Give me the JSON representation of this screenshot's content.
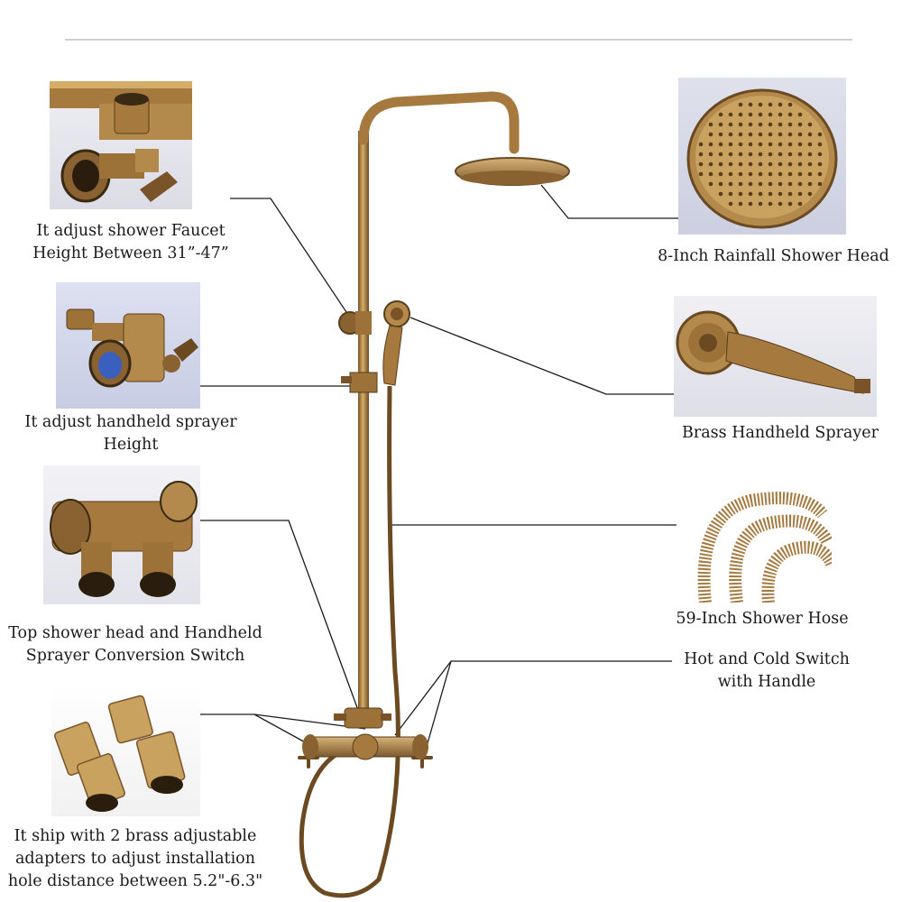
{
  "features": {
    "height_adjuster": {
      "lines": [
        "It adjust shower Faucet",
        "Height Between 31”-47”"
      ]
    },
    "rainfall_head": {
      "lines": [
        "8-Inch Rainfall Shower Head"
      ]
    },
    "handheld_height": {
      "lines": [
        "It adjust handheld sprayer",
        "Height"
      ]
    },
    "handheld_sprayer": {
      "lines": [
        "Brass Handheld Sprayer"
      ]
    },
    "conversion_switch": {
      "lines": [
        "Top shower head and Handheld",
        "Sprayer Conversion Switch"
      ]
    },
    "shower_hose": {
      "lines": [
        "59-Inch Shower Hose"
      ]
    },
    "hot_cold_switch": {
      "lines": [
        "Hot and Cold Switch",
        "with Handle"
      ]
    },
    "adapters": {
      "lines": [
        "It ship with 2 brass adjustable",
        "adapters to adjust installation",
        "hole distance between 5.2\"-6.3\""
      ]
    }
  },
  "colors": {
    "brass_light": "#c9a25f",
    "brass_mid": "#a67a3e",
    "brass_dark": "#6b4a22",
    "leader_line": "#1a1a1a"
  }
}
